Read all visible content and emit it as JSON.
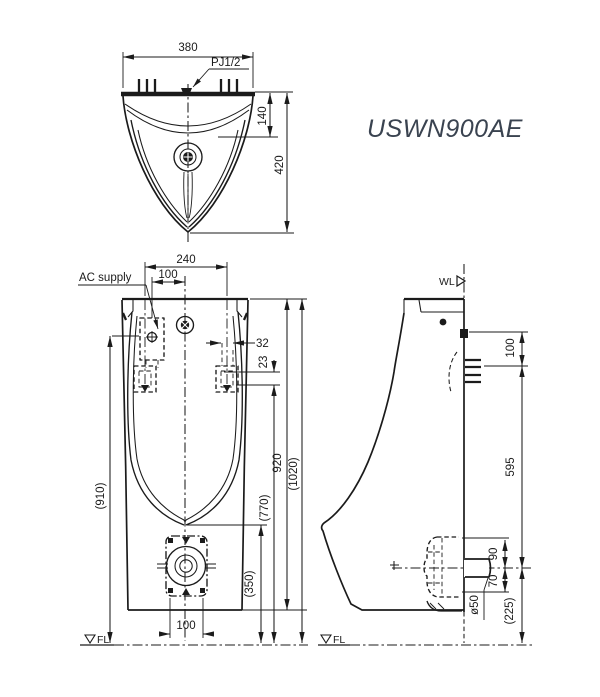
{
  "model": "USWN900AE",
  "colors": {
    "line": "#1b1b1b",
    "model_text": "#3a4350",
    "background": "#ffffff"
  },
  "top_view": {
    "dim_width": "380",
    "dim_rim_depth": "140",
    "dim_depth": "420",
    "inlet_label": "PJ1/2"
  },
  "front_view": {
    "dim_bracket_pitch": "240",
    "dim_supply_offset": "100",
    "ac_label": "AC supply",
    "dim_bracket_offset": "32",
    "dim_bracket_drop": "23",
    "dim_height": "920",
    "dim_top_to_floor": "(1020)",
    "dim_bracket_to_floor": "(770)",
    "dim_outlet_to_floor": "(350)",
    "dim_supply_to_floor": "(910)",
    "dim_outlet_width": "100",
    "floor_label": "FL"
  },
  "side_view": {
    "wall_label": "WL",
    "dim_supply_drop": "100",
    "dim_spud_to_outlet": "595",
    "dim_trap_above": "90",
    "dim_trap_below": "70",
    "dim_outlet_dia": "ø50",
    "dim_outlet_height": "(225)",
    "floor_label": "FL"
  }
}
